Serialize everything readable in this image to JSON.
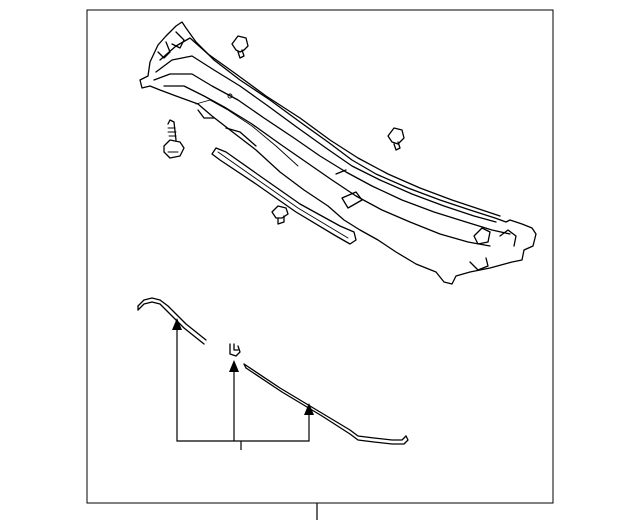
{
  "diagram": {
    "background": "#ffffff",
    "line_color": "#000000",
    "parts": [
      "cowl-top-panel",
      "cowl-seal-strip",
      "hood-seal-strip",
      "small-clip",
      "push-pin-retainer",
      "bolt-fastener",
      "clip-upper",
      "clip-mid",
      "clip-lower"
    ],
    "callout_groups": [
      {
        "name": "seal-group-callout",
        "arrow_count": 3
      }
    ]
  }
}
